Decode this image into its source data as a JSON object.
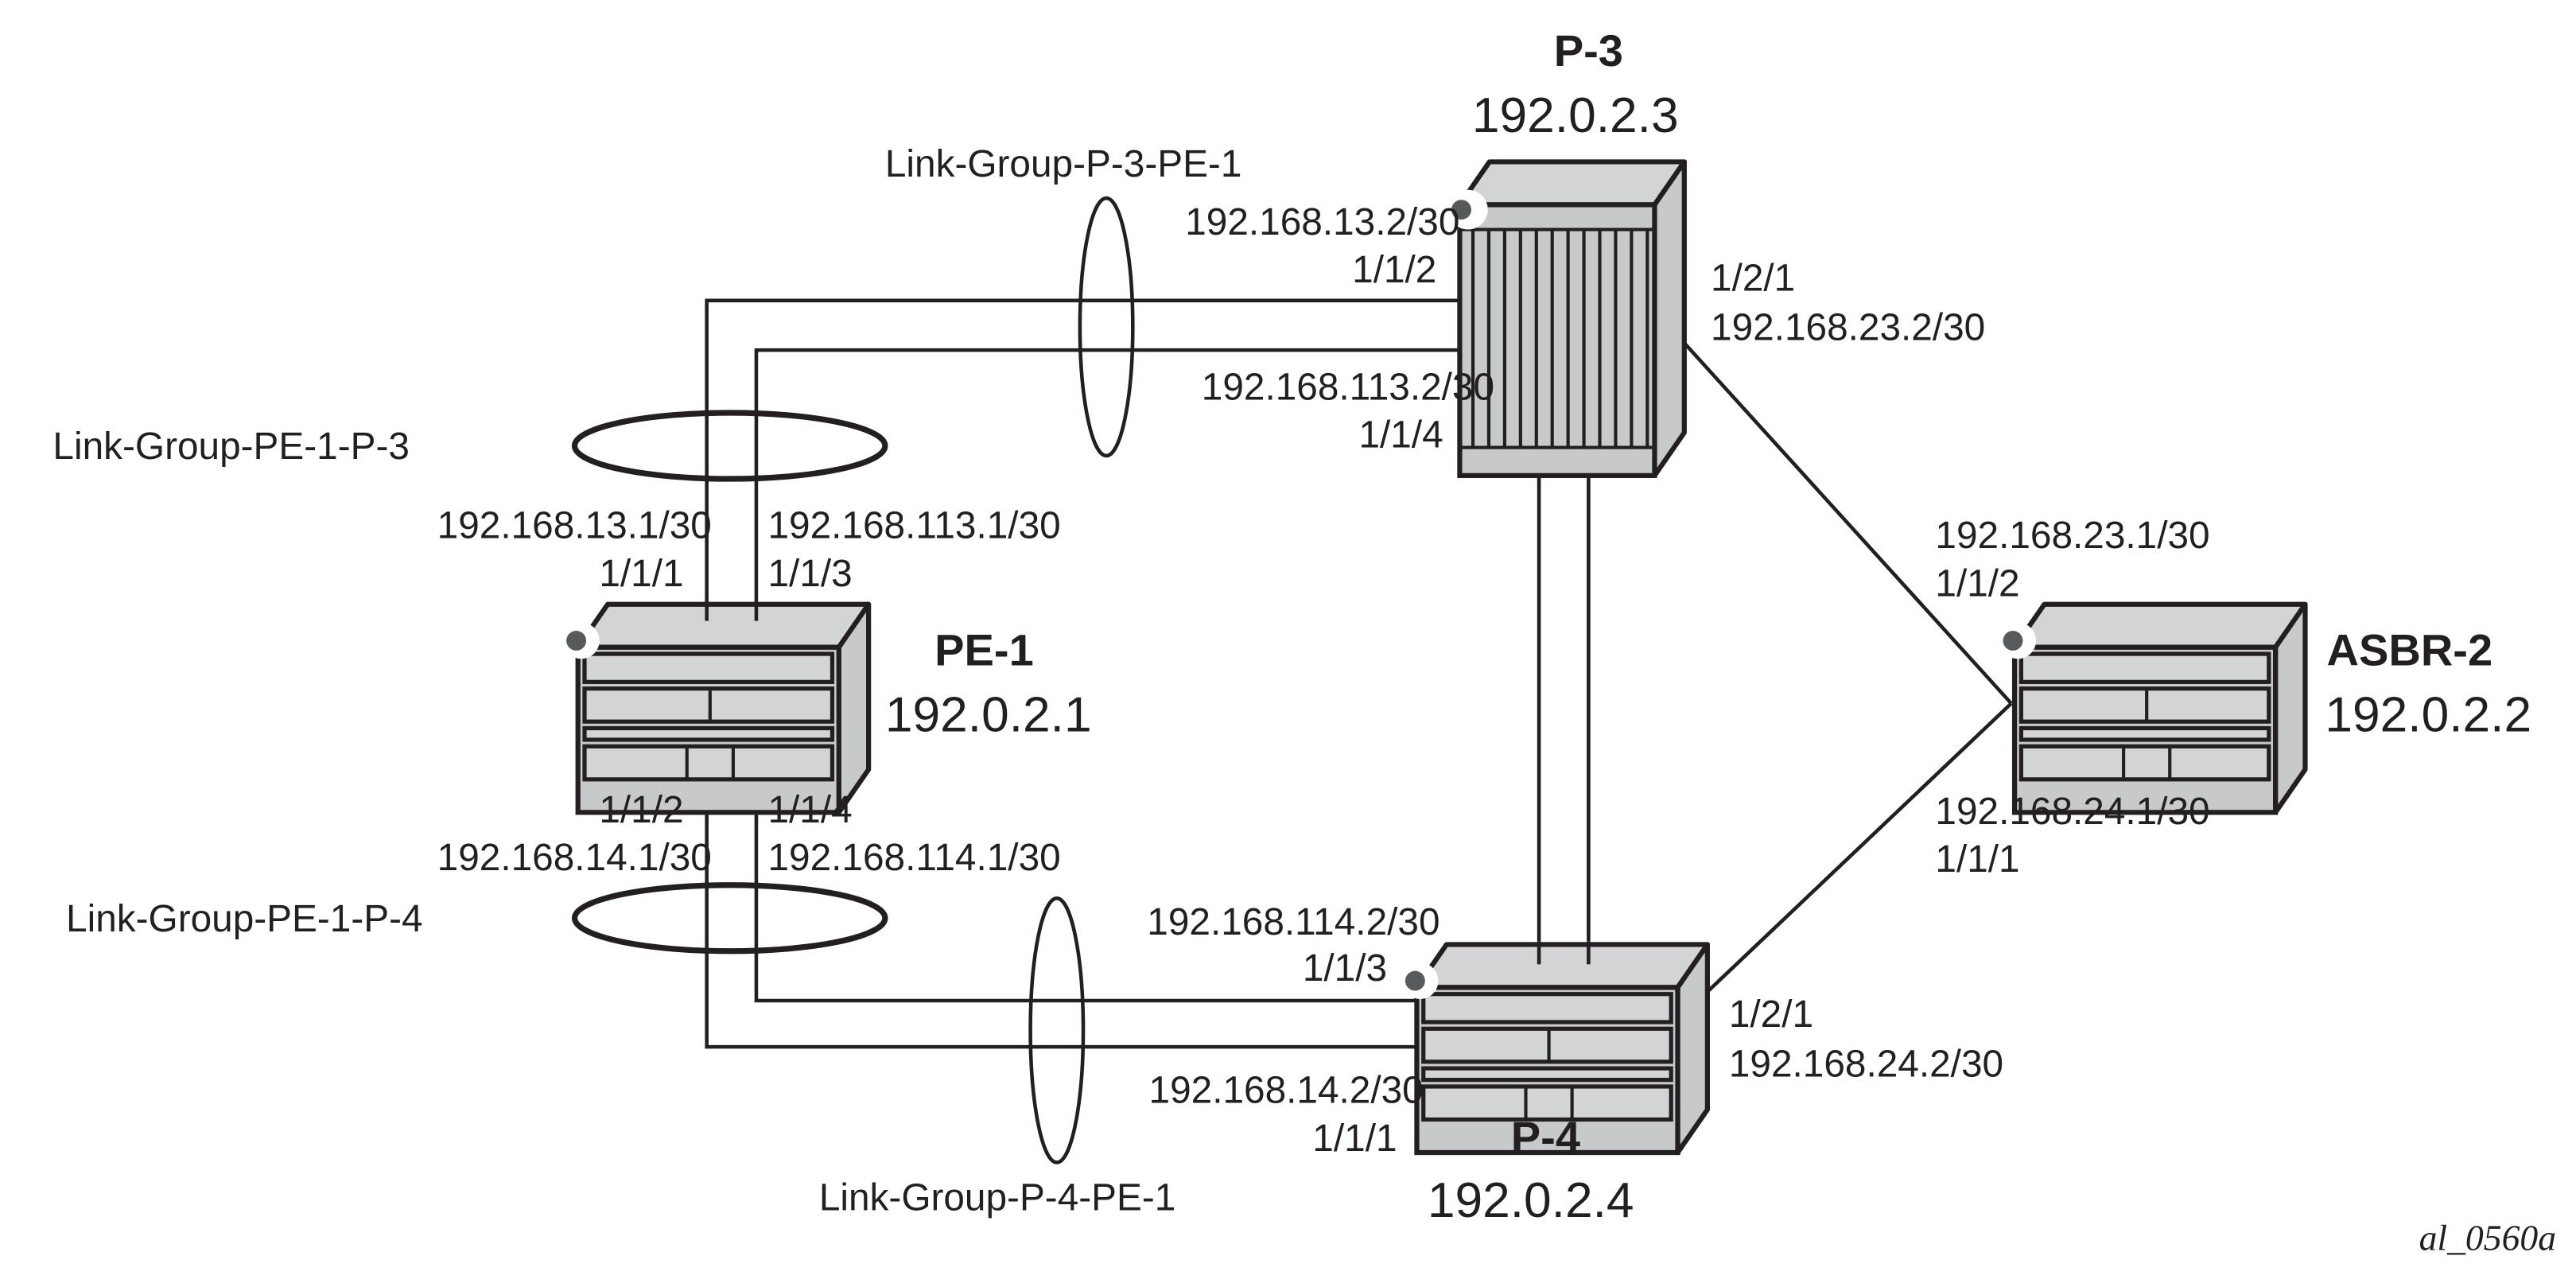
{
  "figure_id": "al_0560a",
  "nodes": {
    "p3": {
      "name": "P-3",
      "system_ip": "192.0.2.3"
    },
    "p4": {
      "name": "P-4",
      "system_ip": "192.0.2.4"
    },
    "pe1": {
      "name": "PE-1",
      "system_ip": "192.0.2.1"
    },
    "asbr2": {
      "name": "ASBR-2",
      "system_ip": "192.0.2.2"
    }
  },
  "link_groups": {
    "p3_pe1": "Link-Group-P-3-PE-1",
    "pe1_p3": "Link-Group-PE-1-P-3",
    "pe1_p4": "Link-Group-PE-1-P-4",
    "p4_pe1": "Link-Group-P-4-PE-1"
  },
  "interfaces": {
    "p3_to_pe1_a": {
      "ip": "192.168.13.2/30",
      "port": "1/1/2"
    },
    "p3_to_pe1_b": {
      "ip": "192.168.113.2/30",
      "port": "1/1/4"
    },
    "p3_to_asbr2": {
      "ip": "192.168.23.2/30",
      "port": "1/2/1"
    },
    "pe1_to_p3_a": {
      "ip": "192.168.13.1/30",
      "port": "1/1/1"
    },
    "pe1_to_p3_b": {
      "ip": "192.168.113.1/30",
      "port": "1/1/3"
    },
    "pe1_to_p4_a": {
      "ip": "192.168.14.1/30",
      "port": "1/1/2"
    },
    "pe1_to_p4_b": {
      "ip": "192.168.114.1/30",
      "port": "1/1/4"
    },
    "p4_to_pe1_b": {
      "ip": "192.168.114.2/30",
      "port": "1/1/3"
    },
    "p4_to_pe1_a": {
      "ip": "192.168.14.2/30",
      "port": "1/1/1"
    },
    "p4_to_asbr2": {
      "ip": "192.168.24.2/30",
      "port": "1/2/1"
    },
    "asbr2_to_p3": {
      "ip": "192.168.23.1/30",
      "port": "1/1/2"
    },
    "asbr2_to_p4": {
      "ip": "192.168.24.1/30",
      "port": "1/1/1"
    }
  }
}
